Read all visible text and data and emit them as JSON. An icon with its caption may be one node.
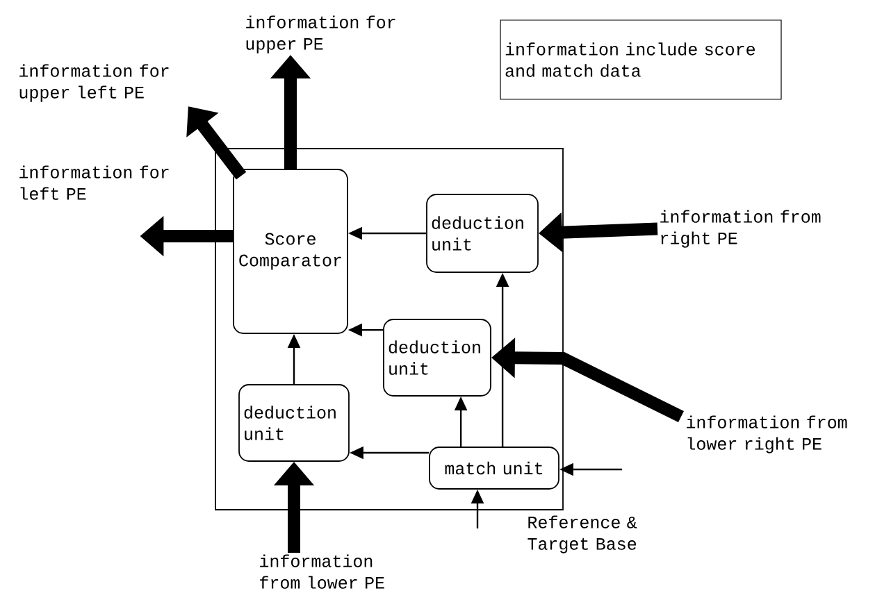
{
  "diagram": {
    "nodes": [
      {
        "text": [],
        "shape": "box"
      },
      {
        "text": [
          "Score Comparator"
        ],
        "in": 0
      },
      {
        "text": [
          "deduction unit"
        ],
        "in": 0
      },
      {
        "text": [
          "deduction unit"
        ],
        "in": 0
      },
      {
        "text": [
          "deduction unit"
        ],
        "in": 0
      },
      {
        "text": [
          "match unit"
        ],
        "in": 0
      },
      {
        "text": [
          "information for upper PE"
        ]
      },
      {
        "text": [
          "information for upper left PE"
        ]
      },
      {
        "text": [
          "information for left PE"
        ]
      },
      {
        "text": [
          "information from right PE"
        ]
      },
      {
        "text": [
          "information from lower right PE"
        ]
      },
      {
        "text": [
          "information from lower PE"
        ]
      },
      {
        "text": [
          "information include score and match data"
        ]
      }
    ],
    "edges": [
      {
        "from": 1,
        "to": 6,
        "arrow": "to",
        "style": "thick"
      },
      {
        "from": 1,
        "to": 7,
        "arrow": "to",
        "style": "thick"
      },
      {
        "from": 1,
        "to": 8,
        "arrow": "to",
        "style": "thick"
      },
      {
        "from": 9,
        "to": 2,
        "arrow": "to",
        "style": "thick"
      },
      {
        "from": 10,
        "to": 3,
        "arrow": "to",
        "style": "thick"
      },
      {
        "from": 11,
        "to": 4,
        "arrow": "to",
        "style": "thick"
      },
      {
        "from": 2,
        "to": 1,
        "arrow": "to"
      },
      {
        "from": 3,
        "to": 1,
        "arrow": "to"
      },
      {
        "from": 4,
        "to": 1,
        "arrow": "to"
      },
      {
        "from": 5,
        "to": 4,
        "arrow": "to"
      },
      {
        "from": 5,
        "to": 3,
        "arrow": "to"
      },
      {
        "from": 5,
        "to": 2,
        "arrow": "to"
      },
      {
        "from": null,
        "to": 5,
        "arrow": "to"
      },
      {
        "from": null,
        "to": 5,
        "arrow": "to"
      }
    ],
    "labels": [
      "Reference & Target Base"
    ]
  }
}
